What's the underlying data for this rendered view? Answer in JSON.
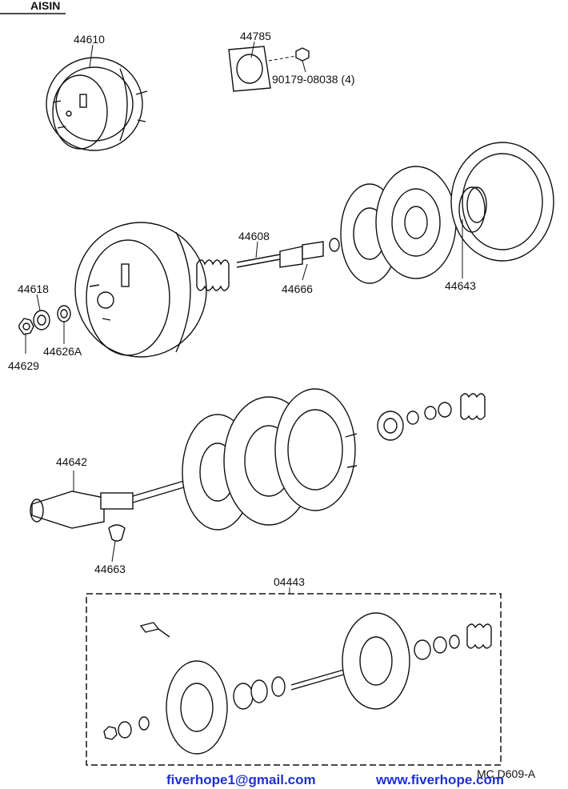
{
  "brand": "AISIN",
  "parts": [
    {
      "label": "44610"
    },
    {
      "label": "44785"
    },
    {
      "label": "90179-08038 (4)"
    },
    {
      "label": "44608"
    },
    {
      "label": "44666"
    },
    {
      "label": "44643"
    },
    {
      "label": "44618"
    },
    {
      "label": "44626A"
    },
    {
      "label": "44629"
    },
    {
      "label": "44642"
    },
    {
      "label": "44663"
    },
    {
      "label": "04443"
    }
  ],
  "drawing_code": "MC  D609-A",
  "watermark": {
    "email": "fiverhope1@gmail.com",
    "website": "www.fiverhope.com",
    "color": "#1f2fd8"
  }
}
